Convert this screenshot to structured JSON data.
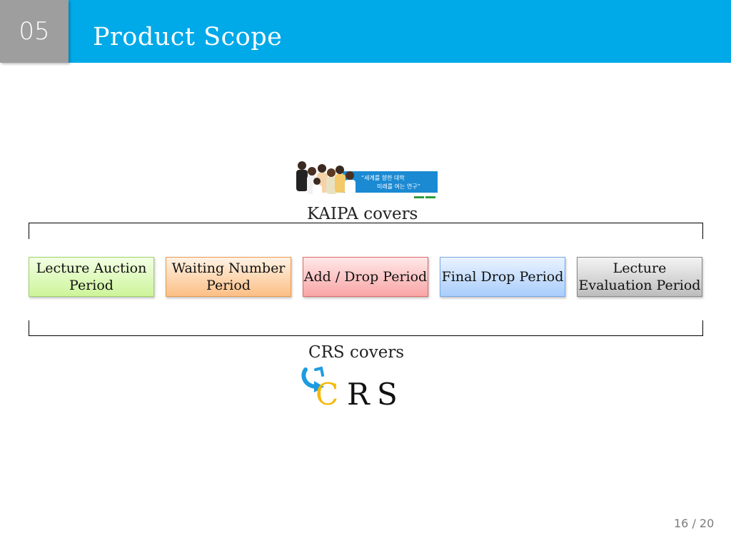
{
  "header": {
    "section_number": "05",
    "title": "Product Scope",
    "bar_color": "#00a9e8",
    "number_bg_color": "#9e9e9e"
  },
  "banner": {
    "tagline_line1": "“세계를 향한 대학",
    "tagline_line2": "미래를 여는 연구”"
  },
  "kaipa_caption": "KAIPA covers",
  "crs_caption": "CRS covers",
  "periods": [
    {
      "label": "Lecture Auction Period",
      "color": "#cdf49a"
    },
    {
      "label": "Waiting Number Period",
      "color": "#fbbf86"
    },
    {
      "label": "Add / Drop Period",
      "color": "#f9a5a5"
    },
    {
      "label": "Final Drop Period",
      "color": "#a9cdfb"
    },
    {
      "label": "Lecture Evaluation Period",
      "color": "#bdbdbd"
    }
  ],
  "crs_logo": {
    "letter_c": "C",
    "letter_r": "R",
    "letter_s": "S",
    "arrow_icon": "circular-arrow-icon"
  },
  "page_number": "16 / 20"
}
